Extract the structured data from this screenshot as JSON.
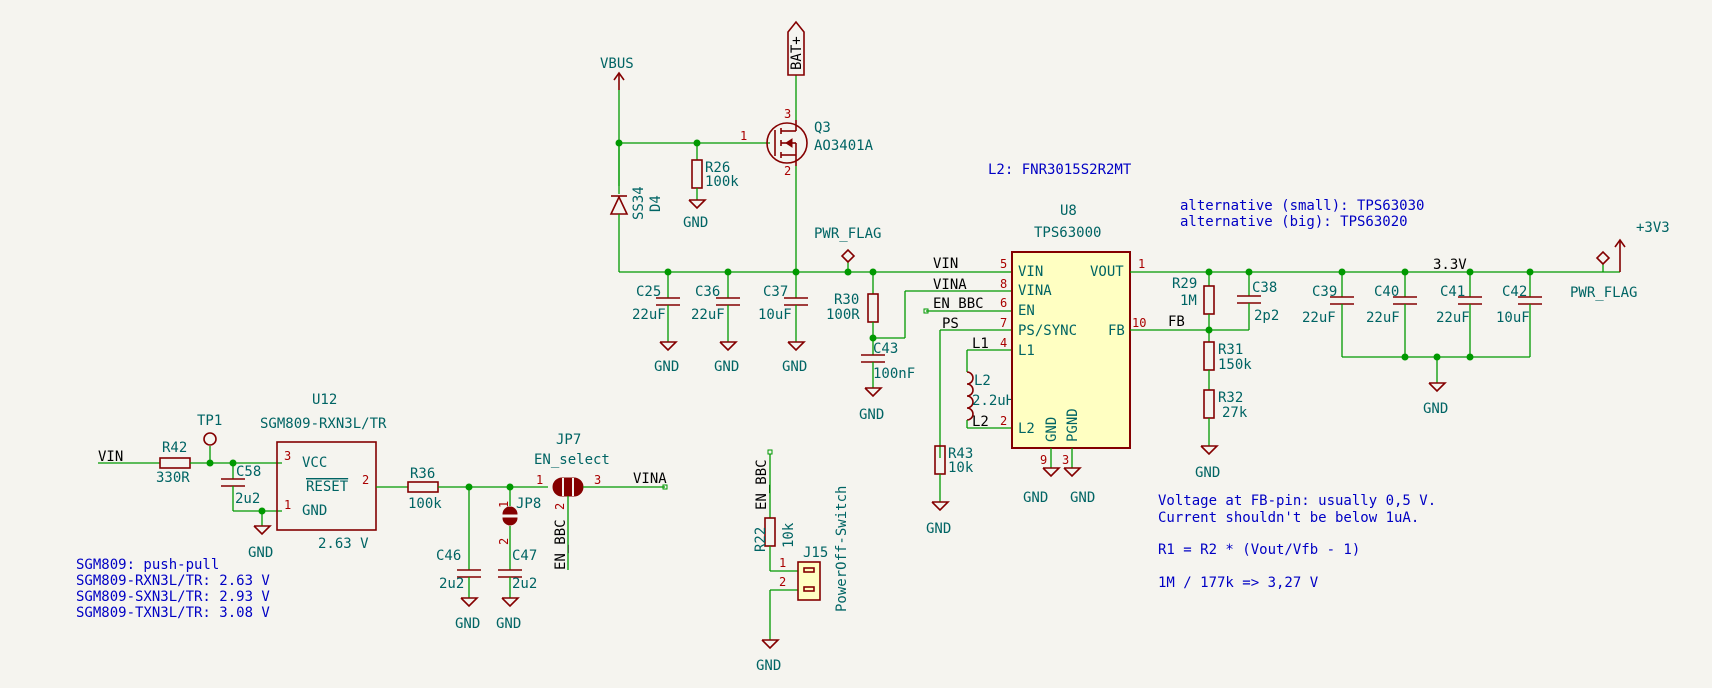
{
  "notes": {
    "l2": "L2: FNR3015S2R2MT",
    "alt_small": "alternative (small): TPS63030",
    "alt_big": "alternative (big): TPS63020",
    "fb1": "Voltage at FB-pin: usually 0,5 V.",
    "fb2": "Current shouldn't be below 1uA.",
    "formula": "R1 = R2 * (Vout/Vfb - 1)",
    "calc": "1M / 177k => 3,27 V",
    "sgm_title": "SGM809: push-pull",
    "sgm_rxn": "SGM809-RXN3L/TR: 2.63 V",
    "sgm_sxn": "SGM809-SXN3L/TR: 2.93 V",
    "sgm_txn": "SGM809-TXN3L/TR: 3.08 V"
  },
  "power": {
    "vbus": "VBUS",
    "bat": "BAT+",
    "v3v3": "+3V3",
    "pwr_flag": "PWR_FLAG",
    "gnd": "GND"
  },
  "nets": {
    "vin": "VIN",
    "vina": "VINA",
    "en_bbc": "EN_BBC",
    "ps": "PS",
    "l1": "L1",
    "l2": "L2",
    "fb": "FB",
    "v33": "3.3V"
  },
  "u8": {
    "ref": "U8",
    "value": "TPS63000",
    "pins": {
      "vin": "VIN",
      "vina": "VINA",
      "en": "EN",
      "ps": "PS/SYNC",
      "l1": "L1",
      "l2": "L2",
      "vout": "VOUT",
      "fb": "FB",
      "gnd": "GND",
      "pgnd": "PGND"
    },
    "pin_numbers": [
      "5",
      "8",
      "6",
      "7",
      "4",
      "2",
      "1",
      "10",
      "9",
      "3"
    ]
  },
  "u12": {
    "ref": "U12",
    "value": "SGM809-RXN3L/TR",
    "subtitle": "2.63 V",
    "pins": {
      "vcc": "VCC",
      "reset": "RESET",
      "gnd": "GND"
    },
    "pin_numbers": [
      "3",
      "2",
      "1"
    ]
  },
  "q3": {
    "ref": "Q3",
    "value": "AO3401A",
    "pin_numbers": [
      "1",
      "3",
      "2"
    ]
  },
  "d4": {
    "ref": "D4",
    "value": "SS34"
  },
  "tp1": {
    "ref": "TP1"
  },
  "jp7": {
    "ref": "JP7",
    "value": "EN_select",
    "pin_numbers": [
      "1",
      "2",
      "3"
    ]
  },
  "jp8": {
    "ref": "JP8",
    "pin_numbers": [
      "1",
      "2"
    ]
  },
  "j15": {
    "ref": "J15",
    "value": "PowerOff-Switch",
    "pin_numbers": [
      "1",
      "2"
    ]
  },
  "resistors": {
    "r26": {
      "ref": "R26",
      "value": "100k"
    },
    "r30": {
      "ref": "R30",
      "value": "100R"
    },
    "r29": {
      "ref": "R29",
      "value": "1M"
    },
    "r31": {
      "ref": "R31",
      "value": "150k"
    },
    "r32": {
      "ref": "R32",
      "value": "27k"
    },
    "r43": {
      "ref": "R43",
      "value": "10k"
    },
    "r42": {
      "ref": "R42",
      "value": "330R"
    },
    "r36": {
      "ref": "R36",
      "value": "100k"
    },
    "r22": {
      "ref": "R22",
      "value": "10k"
    }
  },
  "capacitors": {
    "c25": {
      "ref": "C25",
      "value": "22uF"
    },
    "c36": {
      "ref": "C36",
      "value": "22uF"
    },
    "c37": {
      "ref": "C37",
      "value": "10uF"
    },
    "c43": {
      "ref": "C43",
      "value": "100nF"
    },
    "c38": {
      "ref": "C38",
      "value": "2p2"
    },
    "c39": {
      "ref": "C39",
      "value": "22uF"
    },
    "c40": {
      "ref": "C40",
      "value": "22uF"
    },
    "c41": {
      "ref": "C41",
      "value": "22uF"
    },
    "c42": {
      "ref": "C42",
      "value": "10uF"
    },
    "c58": {
      "ref": "C58",
      "value": "2u2"
    },
    "c46": {
      "ref": "C46",
      "value": "2u2"
    },
    "c47": {
      "ref": "C47",
      "value": "2u2"
    }
  },
  "inductor": {
    "ref": "L2",
    "value": "2.2uH"
  }
}
